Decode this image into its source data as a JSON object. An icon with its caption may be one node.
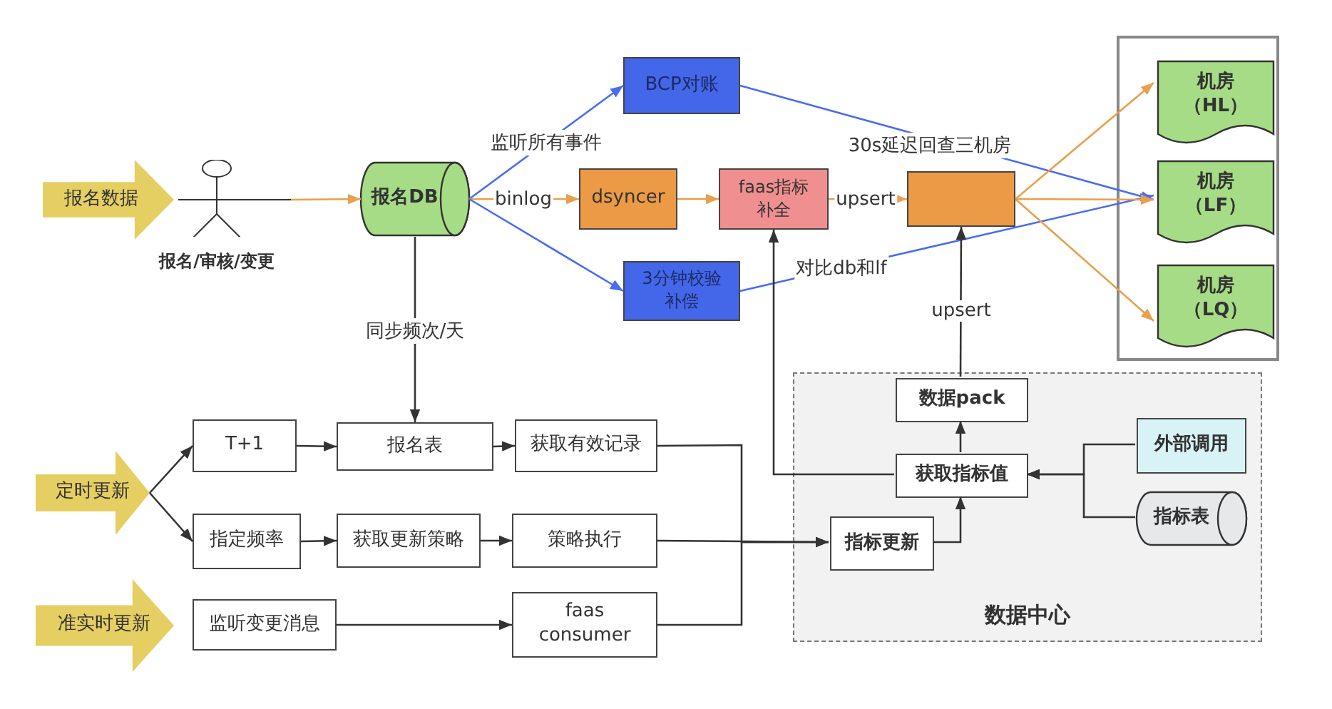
{
  "diagram": {
    "nodes": [
      {
        "text": [
          "报名数据"
        ]
      },
      {
        "text": [
          "报名/审核/变更"
        ]
      },
      {
        "text": [
          "报名DB"
        ]
      },
      {
        "text": [
          "BCP对账"
        ]
      },
      {
        "text": [
          "dsyncer"
        ]
      },
      {
        "text": [
          "faas指标补全"
        ]
      },
      {
        "text": [
          "3分钟校验补偿"
        ]
      },
      {
        "text": [],
        "shape": "box"
      },
      {
        "text": [],
        "shape": "box"
      },
      {
        "text": [
          "机房（HL）"
        ],
        "in": 8
      },
      {
        "text": [
          "机房（LF）"
        ],
        "in": 8
      },
      {
        "text": [
          "机房（LQ）"
        ],
        "in": 8
      },
      {
        "text": [
          "数据中心"
        ]
      },
      {
        "text": [
          "数据pack"
        ],
        "in": 12
      },
      {
        "text": [
          "获取指标值"
        ],
        "in": 12
      },
      {
        "text": [
          "外部调用"
        ],
        "in": 12
      },
      {
        "text": [
          "指标表"
        ],
        "in": 12
      },
      {
        "text": [
          "指标更新"
        ],
        "in": 12
      },
      {
        "text": [
          "定时更新"
        ]
      },
      {
        "text": [
          "T+1"
        ]
      },
      {
        "text": [
          "报名表"
        ]
      },
      {
        "text": [
          "获取有效记录"
        ]
      },
      {
        "text": [
          "指定频率"
        ]
      },
      {
        "text": [
          "获取更新策略"
        ]
      },
      {
        "text": [
          "策略执行"
        ]
      },
      {
        "text": [
          "准实时更新"
        ]
      },
      {
        "text": [
          "监听变更消息"
        ]
      },
      {
        "text": [
          "faas consumer"
        ]
      }
    ],
    "edges": [
      {
        "from": 1,
        "to": 2,
        "arrow": "to",
        "color": "#e8a04c"
      },
      {
        "from": 2,
        "to": 3,
        "arrow": "to",
        "label": "监听所有事件",
        "color": "#4a6cf0"
      },
      {
        "from": 2,
        "to": 4,
        "arrow": "to",
        "label": "binlog",
        "color": "#e8a04c"
      },
      {
        "from": 2,
        "to": 6,
        "arrow": "to",
        "color": "#4a6cf0"
      },
      {
        "from": 4,
        "to": 5,
        "arrow": "to",
        "color": "#e8a04c"
      },
      {
        "from": 5,
        "to": 7,
        "arrow": "to",
        "label": "upsert",
        "color": "#e8a04c"
      },
      {
        "from": 3,
        "to": 10,
        "arrow": "to",
        "label": "30s延迟回查三机房",
        "color": "#4a6cf0"
      },
      {
        "from": 6,
        "to": 10,
        "arrow": "to",
        "label": "对比db和lf",
        "color": "#4a6cf0"
      },
      {
        "from": 7,
        "to": 9,
        "arrow": "to",
        "color": "#e8a04c"
      },
      {
        "from": 7,
        "to": 10,
        "arrow": "to",
        "color": "#e8a04c"
      },
      {
        "from": 7,
        "to": 11,
        "arrow": "to",
        "color": "#e8a04c"
      },
      {
        "from": 2,
        "to": 20,
        "arrow": "to",
        "label": "同步频次/天"
      },
      {
        "from": 18,
        "to": 19,
        "arrow": "to"
      },
      {
        "from": 18,
        "to": 22,
        "arrow": "to"
      },
      {
        "from": 19,
        "to": 20,
        "arrow": "to"
      },
      {
        "from": 20,
        "to": 21,
        "arrow": "to"
      },
      {
        "from": 22,
        "to": 23,
        "arrow": "to"
      },
      {
        "from": 23,
        "to": 24,
        "arrow": "to"
      },
      {
        "from": 26,
        "to": 27,
        "arrow": "to"
      },
      {
        "from": 21,
        "to": 17,
        "arrow": "to"
      },
      {
        "from": 24,
        "to": 17,
        "arrow": "to"
      },
      {
        "from": 27,
        "to": 17,
        "arrow": "to"
      },
      {
        "from": 17,
        "to": 14,
        "arrow": "to"
      },
      {
        "from": 14,
        "to": 13,
        "arrow": "to"
      },
      {
        "from": 13,
        "to": 7,
        "arrow": "to",
        "label": "upsert"
      },
      {
        "from": 14,
        "to": 5,
        "arrow": "to"
      },
      {
        "from": 15,
        "to": 14,
        "arrow": "to"
      },
      {
        "from": 16,
        "to": 14,
        "arrow": "to"
      }
    ]
  }
}
